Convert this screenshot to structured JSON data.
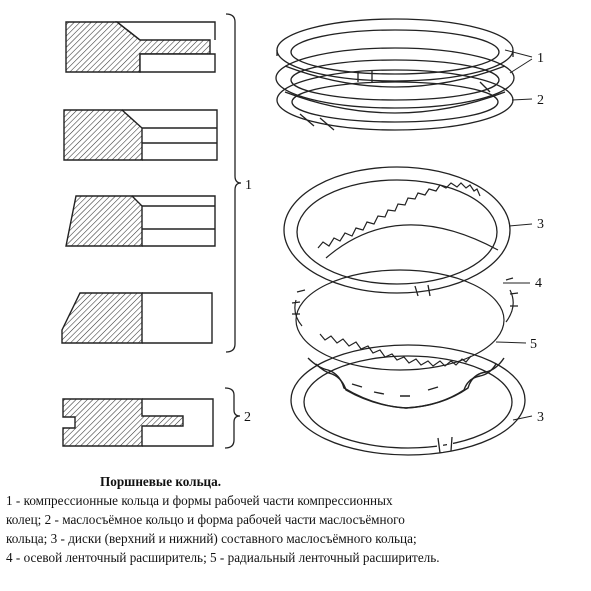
{
  "figure": {
    "labels": {
      "group1": "1",
      "group2": "2",
      "callout1": "1",
      "callout2": "2",
      "callout3a": "3",
      "callout4": "4",
      "callout5": "5",
      "callout3b": "3"
    }
  },
  "caption": {
    "title": "Поршневые кольца.",
    "line1": "1 - компрессионные кольца и формы рабочей части компрессионных",
    "line2": "колец; 2 - маслосъёмное кольцо и форма рабочей части маслосъёмного",
    "line3": "кольца; 3 - диски (верхний и нижний) составного маслосъёмного кольца;",
    "line4": "4 - осевой ленточный расширитель; 5 - радиальный ленточный расширитель."
  }
}
